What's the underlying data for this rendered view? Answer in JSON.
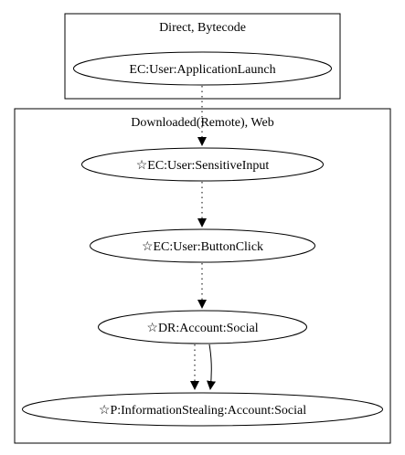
{
  "clusters": [
    {
      "id": "direct",
      "label": "Direct, Bytecode"
    },
    {
      "id": "downloaded",
      "label": "Downloaded(Remote), Web"
    }
  ],
  "nodes": [
    {
      "id": "n1",
      "label": "EC:User:ApplicationLaunch"
    },
    {
      "id": "n2",
      "label": "☆EC:User:SensitiveInput"
    },
    {
      "id": "n3",
      "label": "☆EC:User:ButtonClick"
    },
    {
      "id": "n4",
      "label": "☆DR:Account:Social"
    },
    {
      "id": "n5",
      "label": "☆P:InformationStealing:Account:Social"
    }
  ],
  "edges": [
    {
      "from": "n1",
      "to": "n2",
      "style": "dotted"
    },
    {
      "from": "n2",
      "to": "n3",
      "style": "dotted"
    },
    {
      "from": "n3",
      "to": "n4",
      "style": "dotted"
    },
    {
      "from": "n4",
      "to": "n5",
      "style": "dotted"
    },
    {
      "from": "n4",
      "to": "n5",
      "style": "solid"
    }
  ],
  "colors": {
    "stroke": "#000000",
    "background": "#ffffff"
  }
}
